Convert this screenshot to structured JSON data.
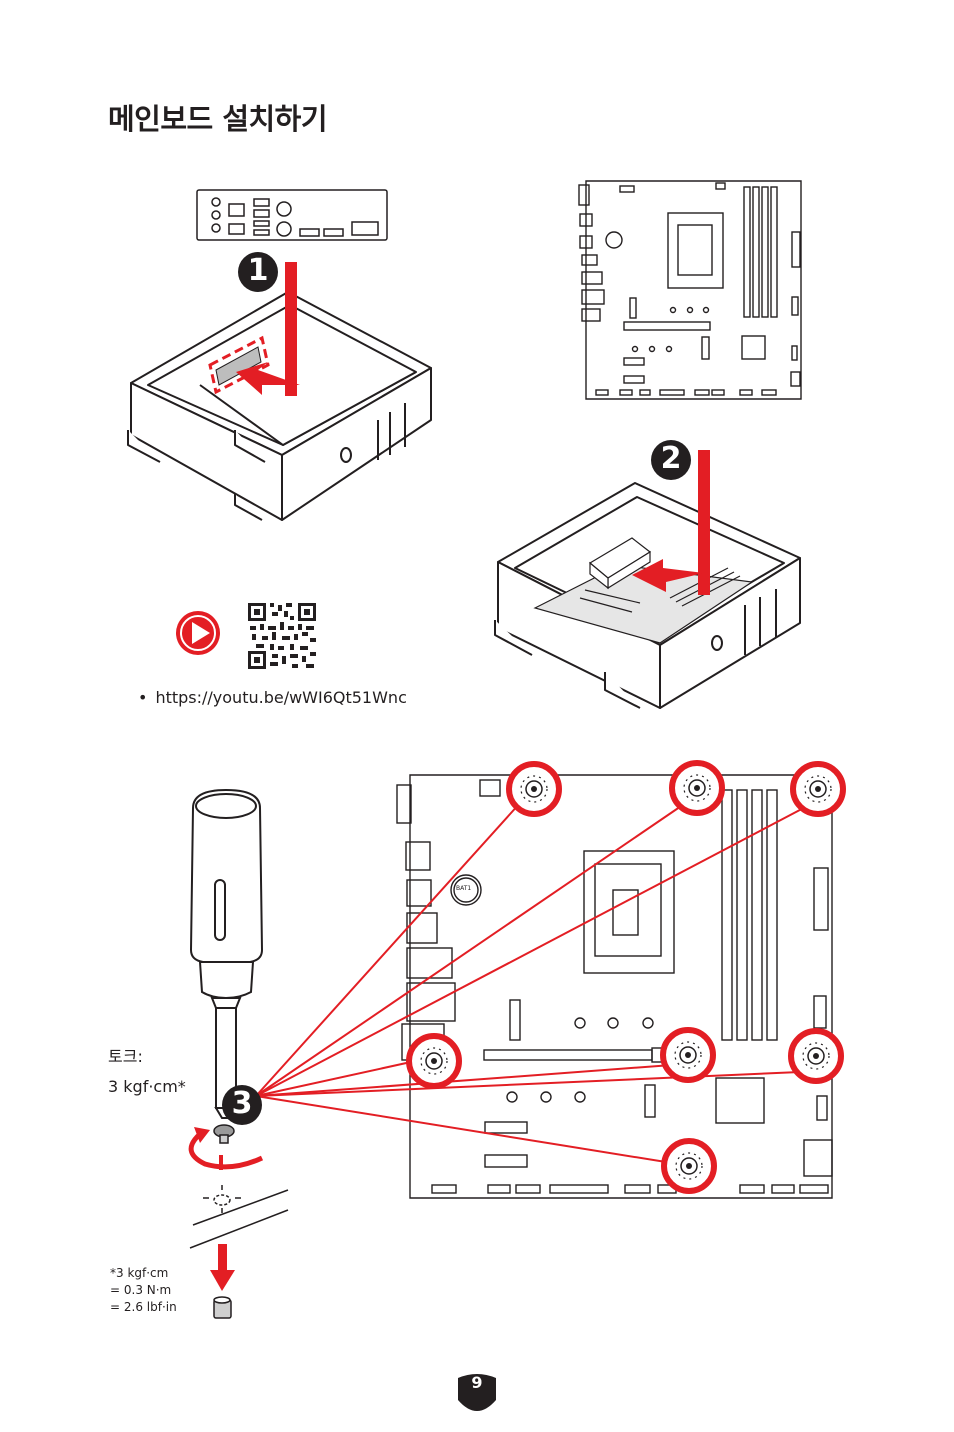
{
  "page": {
    "title": "메인보드 설치하기",
    "page_number": "9"
  },
  "steps": [
    {
      "number": "1"
    },
    {
      "number": "2"
    },
    {
      "number": "3"
    }
  ],
  "video": {
    "bullet": "•",
    "url": "https://youtu.be/wWI6Qt51Wnc"
  },
  "torque": {
    "label": "토크:",
    "value": "3 kgf·cm*",
    "footnote_lines": [
      "*3 kgf·cm",
      "= 0.3 N·m",
      "= 2.6 lbf·in"
    ]
  },
  "board": {
    "battery_label": "BAT1"
  },
  "colors": {
    "accent_red": "#e31e24",
    "line": "#231f20",
    "board_fill": "#e6e6e6"
  }
}
